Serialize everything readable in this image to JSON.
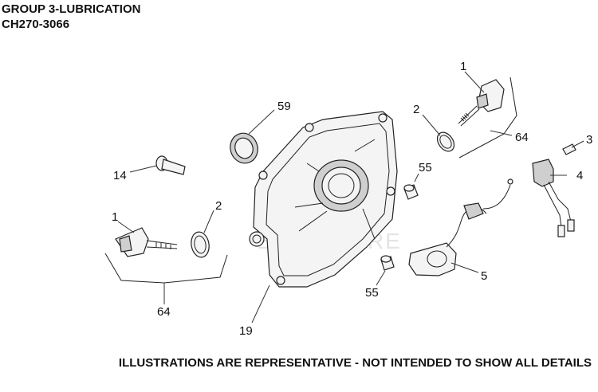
{
  "header": {
    "title": "GROUP 3-LUBRICATION",
    "model": "CH270-3066"
  },
  "footer": {
    "note": "ILLUSTRATIONS ARE REPRESENTATIVE - NOT INTENDED TO SHOW ALL DETAILS"
  },
  "watermark": "EAL ENT RE",
  "callouts": {
    "c1_top": "1",
    "c2_top": "2",
    "c64_top": "64",
    "c3": "3",
    "c4": "4",
    "c59": "59",
    "c14": "14",
    "c55_top": "55",
    "c1_left": "1",
    "c2_left": "2",
    "c64_bottom": "64",
    "c19": "19",
    "c55_bottom": "55",
    "c5": "5"
  }
}
